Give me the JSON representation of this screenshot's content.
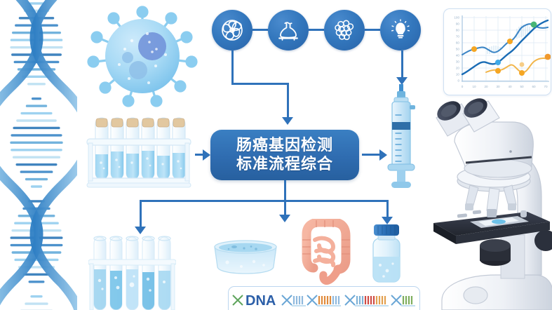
{
  "page": {
    "title": "肠癌基因检测标准流程综合信息图",
    "background": "#ffffff",
    "accent": "#2f72ba",
    "accent_dark": "#27609f",
    "accent_light": "#8ec4e8"
  },
  "center_box": {
    "line1": "肠癌基因检测",
    "line2": "标准流程综合",
    "bg_color": "#2f6cb0",
    "text_color": "#ffffff"
  },
  "icon_row": [
    {
      "name": "spiral-icon",
      "label": "螺旋",
      "glyph": "spiral"
    },
    {
      "name": "flask-icon",
      "label": "烧瓶",
      "glyph": "flask"
    },
    {
      "name": "cells-icon",
      "label": "细胞团",
      "glyph": "cells"
    },
    {
      "name": "lightbulb-icon",
      "label": "灯泡",
      "glyph": "bulb"
    }
  ],
  "illustrations": {
    "dna_helix": {
      "name": "dna-double-helix",
      "label": "DNA 双螺旋"
    },
    "virus_cell": {
      "name": "virus-cell",
      "label": "病毒细胞"
    },
    "test_tube_rack_top": {
      "name": "test-tube-rack",
      "label": "试管架",
      "tube_count": 6
    },
    "syringe": {
      "name": "syringe",
      "label": "注射器"
    },
    "microscope": {
      "name": "microscope",
      "label": "显微镜"
    },
    "test_tube_rack_bottom": {
      "name": "test-tube-rack-lower",
      "label": "试管组",
      "tube_count": 5
    },
    "petri_dish": {
      "name": "petri-dish",
      "label": "培养皿"
    },
    "intestine": {
      "name": "intestine-organ",
      "label": "肠道"
    },
    "reagent_bottle": {
      "name": "reagent-bottle",
      "label": "试剂瓶"
    }
  },
  "dna_card": {
    "name": "dna-sequence-card",
    "label": "DNA",
    "segment_colors": [
      "#6fae6a",
      "#7fb2d8",
      "#e3903f",
      "#8fc1e0",
      "#cf4b45",
      "#e3a04f",
      "#7fae5e"
    ]
  },
  "chart_data": {
    "type": "line",
    "title": "",
    "xlabel": "",
    "ylabel": "",
    "xlim": [
      0,
      70
    ],
    "ylim": [
      0,
      100
    ],
    "grid": true,
    "legend": "none",
    "x_ticks": [
      0,
      10,
      20,
      30,
      40,
      50,
      60,
      70
    ],
    "y_ticks": [
      0,
      10,
      20,
      30,
      40,
      50,
      60,
      70,
      80,
      90,
      100
    ],
    "series": [
      {
        "name": "series-upper-blue",
        "color": "#3d86c6",
        "x": [
          0,
          10,
          20,
          30,
          40,
          50,
          60,
          70
        ],
        "values": [
          42,
          50,
          56,
          52,
          58,
          72,
          82,
          78
        ]
      },
      {
        "name": "series-lower-blue",
        "color": "#1a6cb5",
        "x": [
          0,
          10,
          20,
          30,
          40,
          50,
          60,
          70
        ],
        "values": [
          12,
          20,
          28,
          26,
          36,
          52,
          66,
          80
        ]
      },
      {
        "name": "series-orange",
        "color": "#f2b54a",
        "x": [
          20,
          30,
          40,
          50,
          60,
          70
        ],
        "values": [
          14,
          18,
          26,
          12,
          30,
          40
        ]
      }
    ],
    "markers": [
      {
        "name": "marker-orange-1",
        "x": 10,
        "y": 50,
        "color": "#f5a623"
      },
      {
        "name": "marker-orange-2",
        "x": 40,
        "y": 58,
        "color": "#f5a623"
      },
      {
        "name": "marker-green-1",
        "x": 60,
        "y": 84,
        "color": "#49b675"
      },
      {
        "name": "marker-blue-1",
        "x": 30,
        "y": 26,
        "color": "#3fa9e8"
      },
      {
        "name": "marker-orange-3",
        "x": 30,
        "y": 14,
        "color": "#f5a623"
      },
      {
        "name": "marker-orange-4",
        "x": 50,
        "y": 12,
        "color": "#f5a623"
      },
      {
        "name": "marker-orange-5",
        "x": 70,
        "y": 40,
        "color": "#f0992e"
      },
      {
        "name": "marker-orange-pale",
        "x": 50,
        "y": 24,
        "color": "#f7cd86"
      }
    ]
  },
  "flow": {
    "arrow_icon1_to_box": "elbow-down-right",
    "arrow_icon4_to_syringe": "down",
    "arrow_rack_to_box": "right",
    "arrow_box_to_syringe": "right",
    "branch_targets": [
      "test-tube-rack-lower",
      "intestine-organ",
      "reagent-bottle"
    ]
  }
}
